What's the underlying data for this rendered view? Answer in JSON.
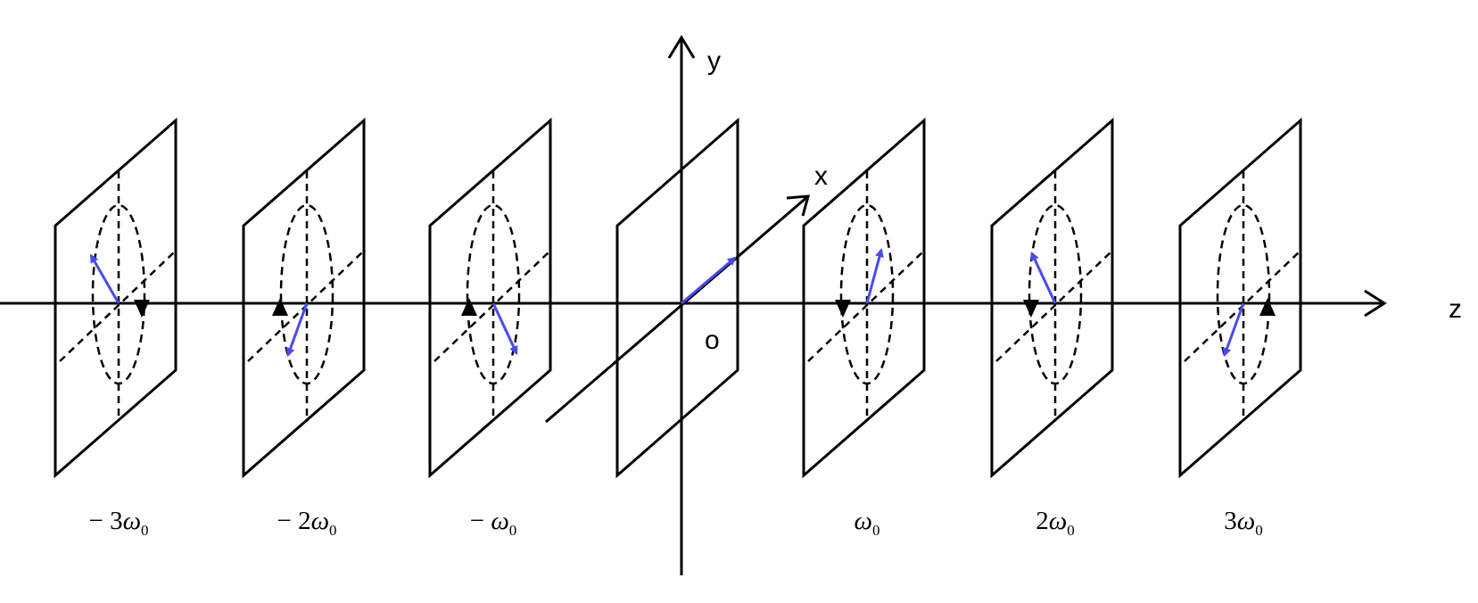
{
  "axes": {
    "x_label": "x",
    "y_label": "y",
    "z_label": "z",
    "origin_label": "o"
  },
  "planes": [
    {
      "id": "m3",
      "sign": "− ",
      "coef": "3",
      "symbol": "ω",
      "sub": "0",
      "rotation": "counterclockwise"
    },
    {
      "id": "m2",
      "sign": "− ",
      "coef": "2",
      "symbol": "ω",
      "sub": "0",
      "rotation": "counterclockwise"
    },
    {
      "id": "m1",
      "sign": "− ",
      "coef": "",
      "symbol": "ω",
      "sub": "0",
      "rotation": "counterclockwise"
    },
    {
      "id": "p1",
      "sign": "",
      "coef": "",
      "symbol": "ω",
      "sub": "0",
      "rotation": "clockwise"
    },
    {
      "id": "p2",
      "sign": "",
      "coef": "2",
      "symbol": "ω",
      "sub": "0",
      "rotation": "clockwise"
    },
    {
      "id": "p3",
      "sign": "",
      "coef": "3",
      "symbol": "ω",
      "sub": "0",
      "rotation": "clockwise"
    }
  ],
  "colors": {
    "line": "#000000",
    "field_vector": "#4a4af0"
  }
}
